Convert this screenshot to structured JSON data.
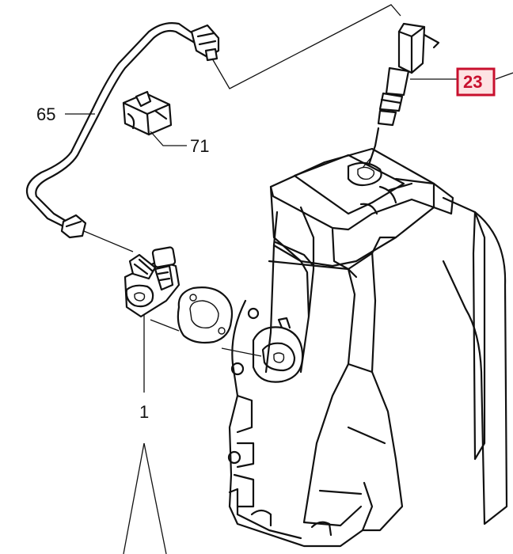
{
  "callouts": {
    "part_65": "65",
    "part_71": "71",
    "part_1": "1",
    "part_23": "23"
  },
  "highlight": {
    "box_color": "#c8102e",
    "box_fill": "#fde3e3",
    "text_color": "#c8102e"
  }
}
